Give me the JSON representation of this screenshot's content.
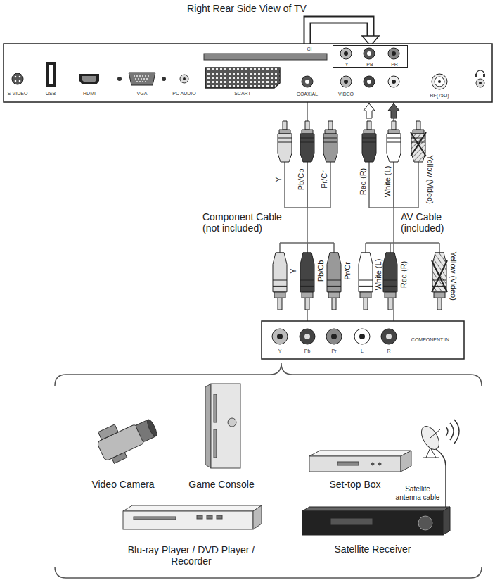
{
  "diagram": {
    "title": "Right Rear Side View of TV",
    "nodes": [
      {
        "text": [
          "S-VIDEO",
          "USB",
          "HDMI",
          "VGA",
          "PC AUDIO",
          "CI",
          "SCART",
          "COAXIAL",
          "VIDEO",
          "RF(75Ω)"
        ]
      },
      {
        "text": [
          "Y",
          "PB",
          "PR"
        ],
        "in": 0
      },
      {
        "text": [
          "Y",
          "Pb",
          "Pr",
          "L",
          "R",
          "COMPONENT IN"
        ]
      }
    ],
    "edges": [
      {
        "from": 2,
        "to": 0,
        "arrow": "none",
        "label": "Component Cable (not included)"
      },
      {
        "from": 2,
        "to": 0,
        "arrow": "none",
        "label": "AV Cable (included)"
      }
    ],
    "labels": [
      "Y",
      "Pb/Cb",
      "Pr/Cr",
      "Red (R)",
      "White (L)",
      "Yellow (Video)",
      "Y",
      "Pb/Cb",
      "Pr/Cr",
      "White (L)",
      "Red (R)",
      "Yellow (Video)",
      "Video Camera",
      "Game Console",
      "Set-top Box",
      "Satellite antenna cable",
      "Blu-ray Player / DVD Player / Recorder",
      "Satellite Receiver"
    ]
  }
}
